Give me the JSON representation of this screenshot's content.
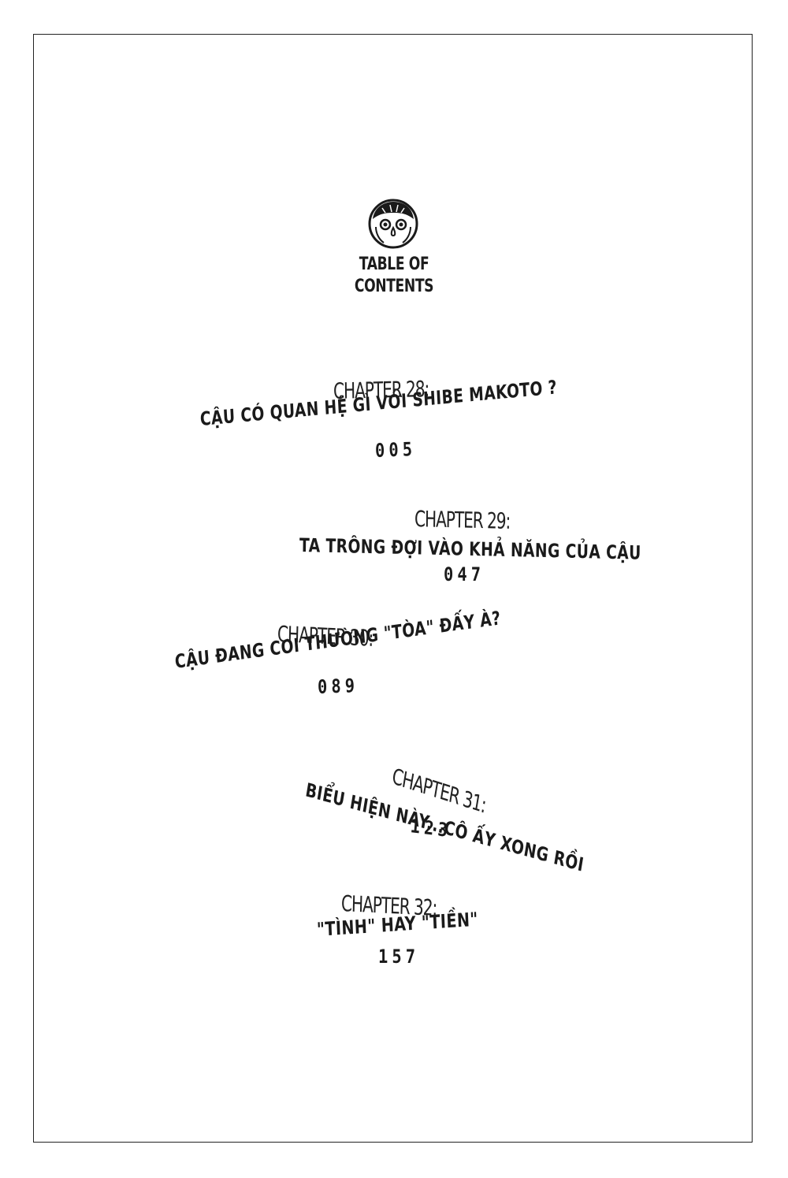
{
  "header": {
    "title_line1": "TABLE OF",
    "title_line2": "CONTENTS"
  },
  "logo": {
    "icon": "boy-face-icon"
  },
  "chapters": [
    {
      "label": "CHAPTER 28:",
      "title": "CẬU CÓ QUAN HỆ GÌ VỚI SHIBE MAKOTO ?",
      "page": "005"
    },
    {
      "label": "CHAPTER 29:",
      "title": "TA TRÔNG ĐỢI VÀO KHẢ NĂNG CỦA CẬU",
      "page": "047"
    },
    {
      "label": "CHAPTER 30:",
      "title": "CẬU ĐANG COI THƯỜNG \"TÒA\" ĐẤY À?",
      "page": "089"
    },
    {
      "label": "CHAPTER 31:",
      "title": "BIỂU HIỆN NÀY...CÔ ẤY XONG RỒI",
      "page": "123"
    },
    {
      "label": "CHAPTER 32:",
      "title": "\"TÌNH\" HAY \"TIỀN\"",
      "page": "157"
    }
  ],
  "colors": {
    "ink": "#1a1a1a",
    "paper": "#ffffff",
    "frame": "#222222"
  }
}
